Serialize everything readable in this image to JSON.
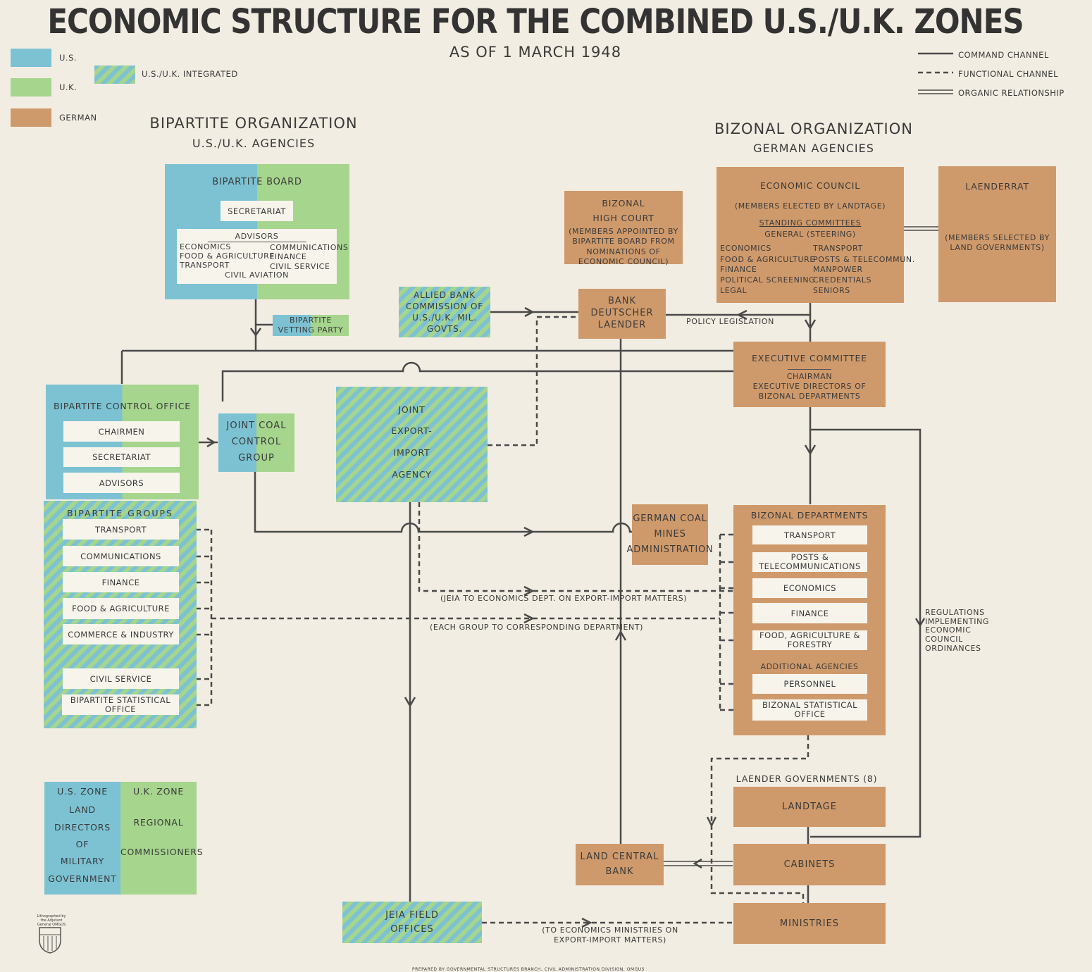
{
  "title": "ECONOMIC STRUCTURE FOR THE COMBINED U.S./U.K. ZONES",
  "subtitle": "AS OF 1 MARCH 1948",
  "legend": {
    "us": "U.S.",
    "uk": "U.K.",
    "german": "GERMAN",
    "integrated": "U.S./U.K. INTEGRATED",
    "command": "COMMAND CHANNEL",
    "functional": "FUNCTIONAL CHANNEL",
    "organic": "ORGANIC RELATIONSHIP",
    "colors": {
      "us": "#7cc2d3",
      "uk": "#a6d58d",
      "german": "#cf9a6b"
    }
  },
  "bipartite": {
    "heading": "BIPARTITE ORGANIZATION",
    "sub": "U.S./U.K. AGENCIES"
  },
  "bizonal": {
    "heading": "BIZONAL ORGANIZATION",
    "sub": "GERMAN AGENCIES"
  },
  "board": {
    "title": "BIPARTITE BOARD",
    "secretariat": "SECRETARIAT",
    "advisors": "ADVISORS",
    "left": [
      "ECONOMICS",
      "FOOD & AGRICULTURE",
      "TRANSPORT"
    ],
    "right": [
      "COMMUNICATIONS",
      "FINANCE",
      "CIVIL SERVICE"
    ],
    "bottom": "CIVIL AVIATION"
  },
  "vetting": "BIPARTITE VETTING PARTY",
  "allied_bank": "ALLIED BANK COMMISSION OF U.S./U.K. MIL. GOVTS.",
  "high_court": {
    "l1": "BIZONAL",
    "l2": "HIGH COURT",
    "l3": "(MEMBERS APPOINTED BY BIPARTITE BOARD FROM NOMINATIONS OF ECONOMIC COUNCIL)"
  },
  "bank_dl": "BANK DEUTSCHER LAENDER",
  "policy": "POLICY LEGISLATION",
  "econ_council": {
    "title": "ECONOMIC COUNCIL",
    "members": "(MEMBERS ELECTED BY LANDTAGE)",
    "standing": "STANDING COMMITTEES",
    "general": "GENERAL (STEERING)",
    "left": [
      "ECONOMICS",
      "FOOD & AGRICULTURE",
      "FINANCE",
      "POLITICAL SCREENING",
      "LEGAL"
    ],
    "right": [
      "TRANSPORT",
      "POSTS & TELECOMMUN.",
      "MANPOWER",
      "CREDENTIALS",
      "SENIORS"
    ]
  },
  "laenderrat": {
    "title": "LAENDERRAT",
    "members": "(MEMBERS SELECTED BY LAND GOVERNMENTS)"
  },
  "exec": {
    "title": "EXECUTIVE COMMITTEE",
    "chair": "CHAIRMAN",
    "dirs": "EXECUTIVE DIRECTORS OF BIZONAL DEPARTMENTS"
  },
  "bco": {
    "title": "BIPARTITE CONTROL OFFICE",
    "items": [
      "CHAIRMEN",
      "SECRETARIAT",
      "ADVISORS"
    ]
  },
  "groups": {
    "title": "BIPARTITE GROUPS",
    "items": [
      "TRANSPORT",
      "COMMUNICATIONS",
      "FINANCE",
      "FOOD & AGRICULTURE",
      "COMMERCE & INDUSTRY",
      "CIVIL SERVICE",
      "BIPARTITE STATISTICAL OFFICE"
    ]
  },
  "jccg": "JOINT COAL CONTROL GROUP",
  "jeia": [
    "JOINT",
    "EXPORT-",
    "IMPORT",
    "AGENCY"
  ],
  "gcma": "GERMAN COAL MINES ADMINISTRATION",
  "depts": {
    "title": "BIZONAL DEPARTMENTS",
    "items": [
      "TRANSPORT",
      "POSTS & TELECOMMUNICATIONS",
      "ECONOMICS",
      "FINANCE",
      "FOOD, AGRICULTURE & FORESTRY"
    ],
    "additional": "ADDITIONAL AGENCIES",
    "agencies": [
      "PERSONNEL",
      "BIZONAL STATISTICAL OFFICE"
    ]
  },
  "regulations": "REGULATIONS IMPLEMENTING ECONOMIC COUNCIL ORDINANCES",
  "jeia_note": "(JEIA TO ECONOMICS DEPT. ON EXPORT-IMPORT MATTERS)",
  "group_note": "(EACH GROUP TO CORRESPONDING DEPARTMENT)",
  "zones": {
    "us": [
      "U.S. ZONE",
      "LAND",
      "DIRECTORS",
      "OF",
      "MILITARY",
      "GOVERNMENT"
    ],
    "uk": [
      "U.K. ZONE",
      "REGIONAL",
      "COMMISSIONERS"
    ]
  },
  "laender": "LAENDER GOVERNMENTS (8)",
  "landtage": "LANDTAGE",
  "cabinets": "CABINETS",
  "ministries": "MINISTRIES",
  "lcb": "LAND CENTRAL BANK",
  "field": "JEIA FIELD OFFICES",
  "field_note": "(TO ECONOMICS MINISTRIES ON EXPORT-IMPORT MATTERS)",
  "litho": "Lithographed by the Adjutant General OMGUS",
  "prepared": "PREPARED BY GOVERNMENTAL STRUCTURES BRANCH, CIVIL ADMINISTRATION DIVISION, OMGUS"
}
